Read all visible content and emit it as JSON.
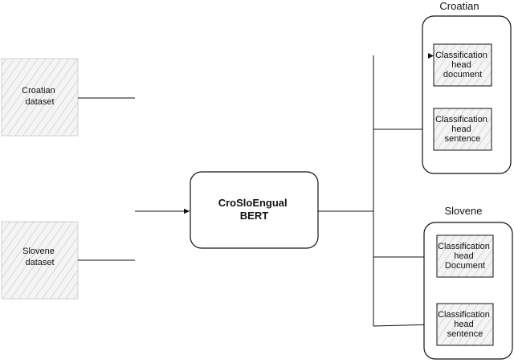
{
  "datasets": [
    {
      "lines": [
        "Croatian",
        "dataset"
      ]
    },
    {
      "lines": [
        "Slovene",
        "dataset"
      ]
    }
  ],
  "model": {
    "lines": [
      "CroSloEngual",
      "BERT"
    ]
  },
  "groups": [
    {
      "title": "Croatian",
      "heads": [
        {
          "lines": [
            "Classification",
            "head",
            "document"
          ]
        },
        {
          "lines": [
            "Classification",
            "head",
            "sentence"
          ]
        }
      ]
    },
    {
      "title": "Slovene",
      "heads": [
        {
          "lines": [
            "Classification",
            "head",
            "Document"
          ]
        },
        {
          "lines": [
            "Classification",
            "head",
            "sentence"
          ]
        }
      ]
    }
  ]
}
